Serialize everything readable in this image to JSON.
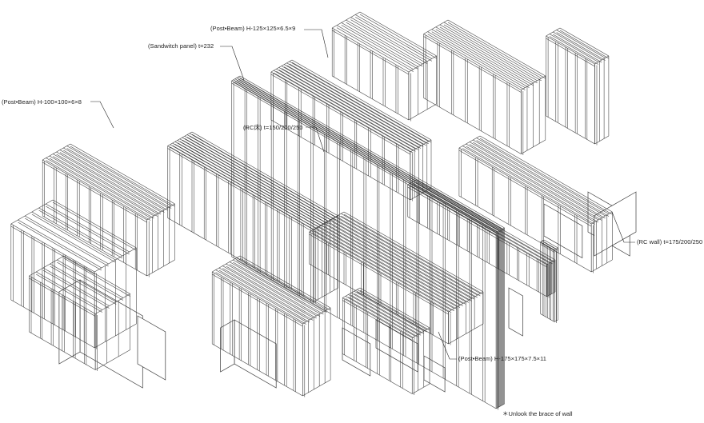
{
  "annotations": {
    "post_beam_125": "(Post•Beam) H-125×125×6.5×9",
    "sandwich_panel": "(Sandwitch panel) t=232",
    "post_beam_100": "(Post•Beam) H-100×100×6×8",
    "rc_floor": "(RC床) t=150/200/250",
    "rc_wall": "(RC wall) t=175/200/250",
    "post_beam_175": "(Post•Beam) H-175×175×7.5×11"
  },
  "footnote": "＊Unlook the brace of wall",
  "colors": {
    "line": "#3a3a3a",
    "text": "#222222",
    "background": "#ffffff"
  }
}
